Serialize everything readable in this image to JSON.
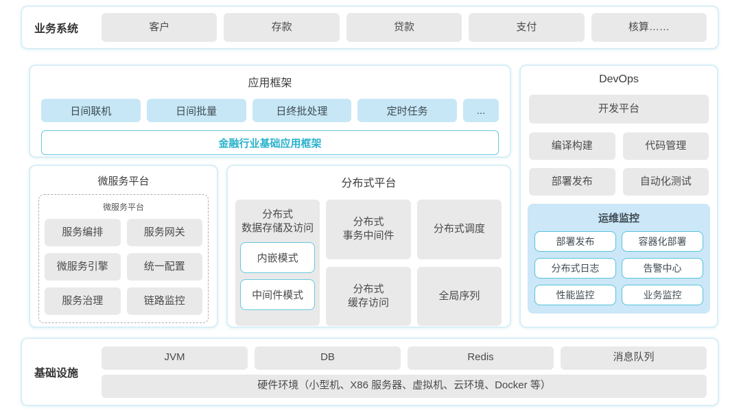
{
  "business": {
    "label": "业务系统",
    "items": [
      "客户",
      "存款",
      "贷款",
      "支付",
      "核算……"
    ]
  },
  "app_framework": {
    "title": "应用框架",
    "modules": [
      "日间联机",
      "日间批量",
      "日终批处理",
      "定时任务",
      "..."
    ],
    "base": "金融行业基础应用框架"
  },
  "microservice": {
    "title": "微服务平台",
    "inner_title": "微服务平台",
    "items": [
      "服务编排",
      "服务网关",
      "微服务引擎",
      "统一配置",
      "服务治理",
      "链路监控"
    ]
  },
  "distributed": {
    "title": "分布式平台",
    "storage": {
      "label": "分布式\n数据存储及访问",
      "modes": [
        "内嵌模式",
        "中间件模式"
      ]
    },
    "cells": [
      "分布式\n事务中间件",
      "分布式调度",
      "分布式\n缓存访问",
      "全局序列"
    ]
  },
  "devops": {
    "title": "DevOps",
    "platform": "开发平台",
    "tools": [
      "编译构建",
      "代码管理",
      "部署发布",
      "自动化测试"
    ],
    "monitoring": {
      "title": "运维监控",
      "items": [
        "部署发布",
        "容器化部署",
        "分布式日志",
        "告警中心",
        "性能监控",
        "业务监控"
      ]
    }
  },
  "infrastructure": {
    "label": "基础设施",
    "items": [
      "JVM",
      "DB",
      "Redis",
      "消息队列"
    ],
    "hardware": "硬件环境（小型机、X86 服务器、虚拟机、云环境、Docker 等）"
  },
  "colors": {
    "accent_teal": "#29b2cc",
    "teal_border": "#54c3d9",
    "panel_border": "#d9eef6",
    "light_blue_block": "#c7e7f6",
    "monitor_bg": "#cbe7f8",
    "gray_block": "#e9e9ea"
  }
}
